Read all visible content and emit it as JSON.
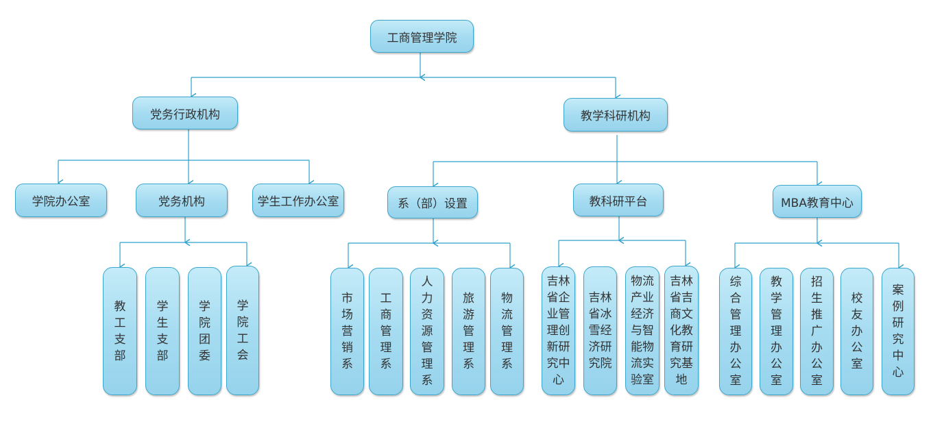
{
  "root": "工商管理学院",
  "branches": {
    "admin": "党务行政机构",
    "academic": "教学科研机构"
  },
  "admin_units": [
    "学院办公室",
    "党务机构",
    "学生工作办公室"
  ],
  "party_units": [
    "教工支部",
    "学生支部",
    "学院团委",
    "学院工会"
  ],
  "academic_units": [
    "系（部）设置",
    "教科研平台",
    "MBA教育中心"
  ],
  "departments": [
    "市场营销系",
    "工商管理系",
    "人力资源管理系",
    "旅游管理系",
    "物流管理系"
  ],
  "platforms": [
    "吉林省企业管理创新研究中心",
    "吉林省冰雪经济研究院",
    "物流产业经济与智能物流实验室",
    "吉林省吉商文化教育研究基地"
  ],
  "mba_units": [
    "综合管理办公室",
    "教学管理办公室",
    "招生推广办公室",
    "校友办公室",
    "案例研究中心"
  ],
  "colors": {
    "line": "#2ea0cc",
    "box": "#a6dcf1"
  }
}
